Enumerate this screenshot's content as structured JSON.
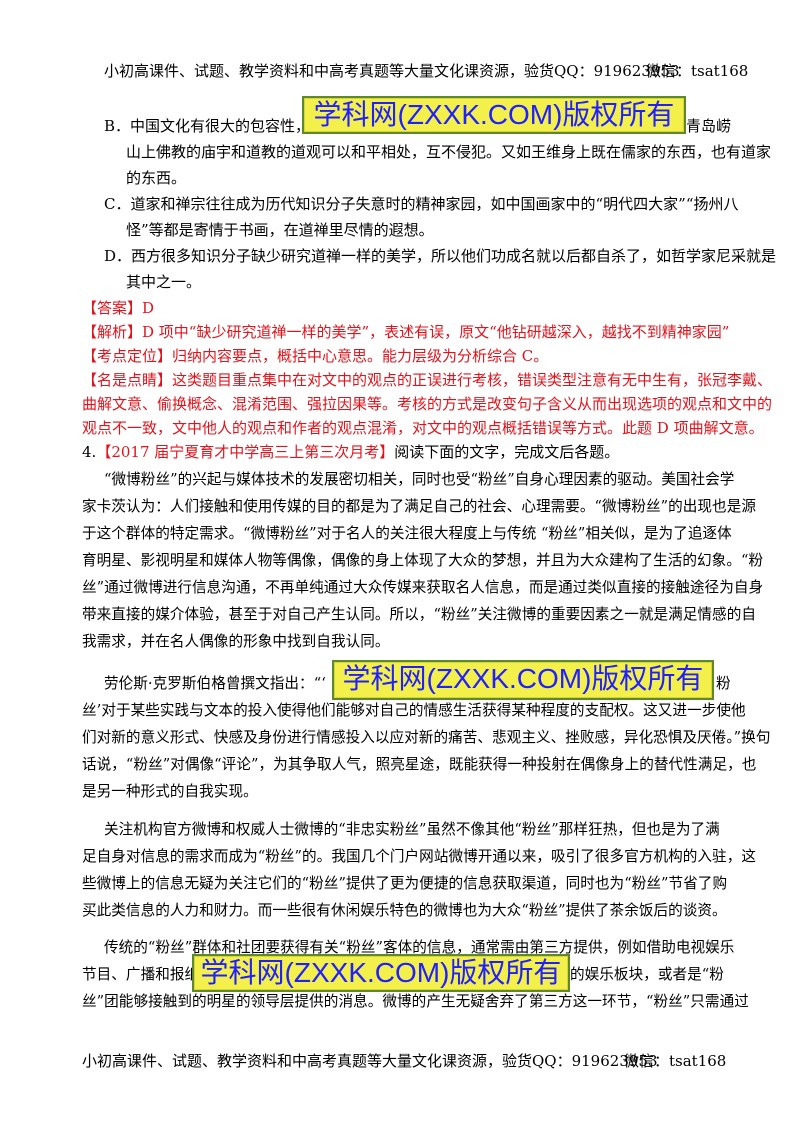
{
  "header": {
    "text": "小初高课件、试题、教学资料和中高考真题等大量文化课资源，验货QQ：919623953",
    "wechat": "微信：tsat168"
  },
  "footer": {
    "text": "小初高课件、试题、教学资料和中高考真题等大量文化课资源，验货QQ：919623953",
    "wechat": "微信：tsat168"
  },
  "watermark": "学科网(ZXXK.COM)版权所有",
  "options": {
    "b": [
      "B．中国文化有很大的包容性，如",
      "青岛崂",
      "山上佛教的庙宇和道教的道观可以和平相处，互不侵犯。又如王维身上既在儒家的东西，也有道家",
      "的东西。"
    ],
    "c": [
      "C．道家和禅宗往往成为历代知识分子失意时的精神家园，如中国画家中的“明代四大家”“扬州八",
      "怪”等都是寄情于书画，在道禅里尽情的遐想。"
    ],
    "d": [
      "D．西方很多知识分子缺少研究道禅一样的美学，所以他们功成名就以后都自杀了，如哲学家尼采就是",
      "其中之一。"
    ]
  },
  "answer": "【答案】D",
  "analysis": "【解析】D 项中“缺少研究道禅一样的美学”，表述有误，原文“他钻研越深入，越找不到精神家园”",
  "focus": "【考点定位】归纳内容要点，概括中心意思。能力层级为分析综合 C。",
  "comment": [
    "【名是点睛】这类题目重点集中在对文中的观点的正误进行考核，错误类型注意有无中生有，张冠李戴、",
    "曲解文意、偷换概念、混淆范围、强拉因果等。考核的方式是改变句子含义从而出现选项的观点和文中的",
    "观点不一致，文中他人的观点和作者的观点混淆，对文中的观点概括错误等方式。此题 D 项曲解文意。"
  ],
  "question4": {
    "number": "4.",
    "source": "【2017 届宁夏育才中学高三上第三次月考】",
    "instruction": "阅读下面的文字，完成文后各题。"
  },
  "passage": {
    "p1": [
      "“微博粉丝”的兴起与媒体技术的发展密切相关，同时也受“粉丝”自身心理因素的驱动。美国社会学",
      "家卡茨认为：人们接触和使用传媒的目的都是为了满足自己的社会、心理需要。“微博粉丝”的出现也是源",
      "于这个群体的特定需求。“微博粉丝”对于名人的关注很大程度上与传统 “粉丝”相关似，是为了追逐体",
      "育明星、影视明星和媒体人物等偶像，偶像的身上体现了大众的梦想，并且为大众建构了生活的幻象。“粉",
      "丝”通过微博进行信息沟通，不再单纯通过大众传媒来获取名人信息，而是通过类似直接的接触途径为自身",
      "带来直接的媒介体验，甚至于对自己产生认同。所以，“粉丝”关注微博的重要因素之一就是满足情感的自",
      "我需求，并在名人偶像的形象中找到自我认同。"
    ],
    "p2_start": "劳伦斯·克罗斯伯格曾撰文指出：“‘",
    "p2_end": "粉",
    "p2": [
      "丝’对于某些实践与文本的投入使得他们能够对自己的情感生活获得某种程度的支配权。这又进一步使他",
      "们对新的意义形式、快感及身份进行情感投入以应对新的痛苦、悲观主义、挫败感，异化恐惧及厌倦。”换句",
      "话说，“粉丝”对偶像“评论”，为其争取人气，照亮星途，既能获得一种投射在偶像身上的替代性满足，也",
      "是另一种形式的自我实现。"
    ],
    "p3": [
      "关注机构官方微博和权威人士微博的“非忠实粉丝”虽然不像其他“粉丝”那样狂热，但也是为了满",
      "足自身对信息的需求而成为“粉丝”的。我国几个门户网站微博开通以来，吸引了很多官方机构的入驻，这",
      "些微博上的信息无疑为关注它们的“粉丝”提供了更为便捷的信息获取渠道，同时也为“粉丝”节省了购",
      "买此类信息的人力和财力。而一些很有休闲娱乐特色的微博也为大众“粉丝”提供了茶余饭后的谈资。"
    ],
    "p4": [
      "传统的“粉丝”群体和社团要获得有关“粉丝”客体的信息，通常需由第三方提供，例如借助电视娱乐",
      "节目、广播和报纸",
      "的娱乐板块，或者是“粉",
      "丝”团能够接触到的明星的领导层提供的消息。微博的产生无疑舍弃了第三方这一环节，“粉丝”只需通过"
    ]
  }
}
